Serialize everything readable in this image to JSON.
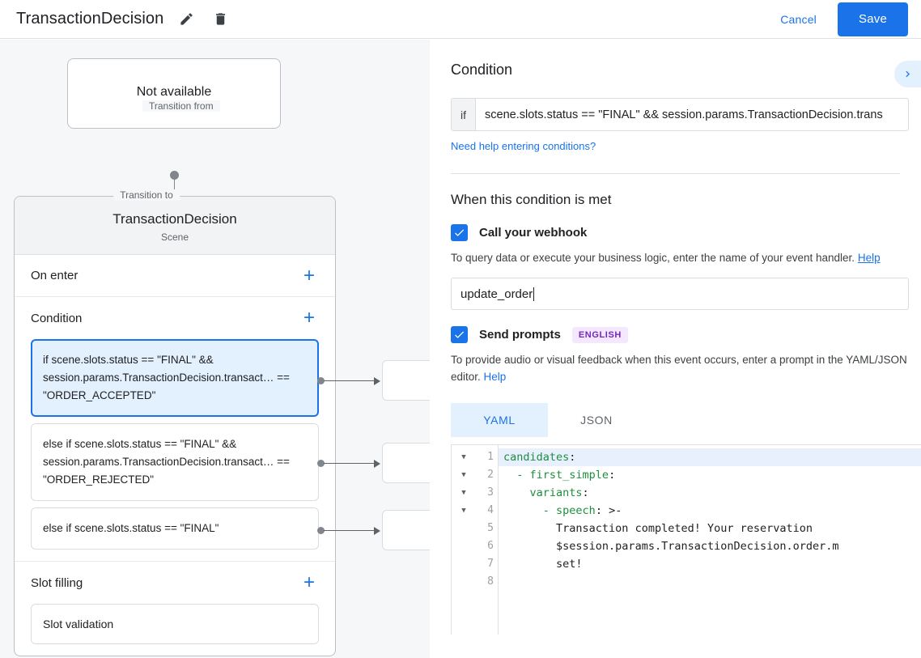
{
  "topbar": {
    "title": "TransactionDecision",
    "edit_icon": "pencil-icon",
    "delete_icon": "trash-icon",
    "cancel_label": "Cancel",
    "save_label": "Save"
  },
  "canvas": {
    "transition_from": {
      "legend": "Transition from",
      "value": "Not available"
    },
    "transition_to": {
      "legend": "Transition to",
      "name": "TransactionDecision",
      "type": "Scene"
    },
    "sections": [
      {
        "title": "On enter",
        "add_label": "+",
        "items": []
      },
      {
        "title": "Condition",
        "add_label": "+",
        "items": [
          "if scene.slots.status == \"FINAL\" && session.params.TransactionDecision.transact… == \"ORDER_ACCEPTED\"",
          "else if scene.slots.status == \"FINAL\" && session.params.TransactionDecision.transact… == \"ORDER_REJECTED\"",
          "else if scene.slots.status == \"FINAL\""
        ],
        "selected_index": 0
      },
      {
        "title": "Slot filling",
        "add_label": "+",
        "items": [
          "Slot validation"
        ]
      }
    ]
  },
  "panel": {
    "title": "Condition",
    "collapse_icon": "chevron-right-icon",
    "if_prefix": "if",
    "if_value": "scene.slots.status == \"FINAL\" && session.params.TransactionDecision.trans",
    "help_conditions_link": "Need help entering conditions?",
    "when_met_heading": "When this condition is met",
    "webhook": {
      "checked": true,
      "label": "Call your webhook",
      "description": "To query data or execute your business logic, enter the name of your event handler.",
      "help_label": "Help",
      "handler_value": "update_order"
    },
    "prompts": {
      "checked": true,
      "label": "Send prompts",
      "badge": "ENGLISH",
      "description": "To provide audio or visual feedback when this event occurs, enter a prompt in the YAML/JSON editor.",
      "help_label": "Help",
      "tabs": [
        {
          "label": "YAML",
          "active": true
        },
        {
          "label": "JSON",
          "active": false
        }
      ]
    },
    "editor": {
      "line_numbers": [
        "1",
        "2",
        "3",
        "4",
        "5",
        "6",
        "7",
        "8"
      ],
      "fold_rows": [
        true,
        true,
        true,
        true,
        false,
        false,
        false,
        false
      ],
      "highlight_line": 1,
      "lines": [
        {
          "key": "candidates",
          "colon": ":",
          "rest": "",
          "indent": ""
        },
        {
          "key": "- first_simple",
          "colon": ":",
          "rest": "",
          "indent": "  "
        },
        {
          "key": "variants",
          "colon": ":",
          "rest": "",
          "indent": "    "
        },
        {
          "key": "- speech",
          "colon": ":",
          "rest": " >-",
          "indent": "      "
        },
        {
          "key": "",
          "colon": "",
          "rest": "Transaction completed! Your reservation",
          "indent": "        "
        },
        {
          "key": "",
          "colon": "",
          "rest": "$session.params.TransactionDecision.order.m",
          "indent": "        "
        },
        {
          "key": "",
          "colon": "",
          "rest": "set!",
          "indent": "        "
        },
        {
          "key": "",
          "colon": "",
          "rest": "",
          "indent": ""
        }
      ]
    }
  },
  "colors": {
    "accent": "#1a73e8",
    "selected_bg": "#e3f0fd",
    "badge_bg": "#f3e8fd",
    "badge_fg": "#7627bb",
    "canvas_bg": "#f6f7f9",
    "yaml_key": "#1e8e3e"
  }
}
